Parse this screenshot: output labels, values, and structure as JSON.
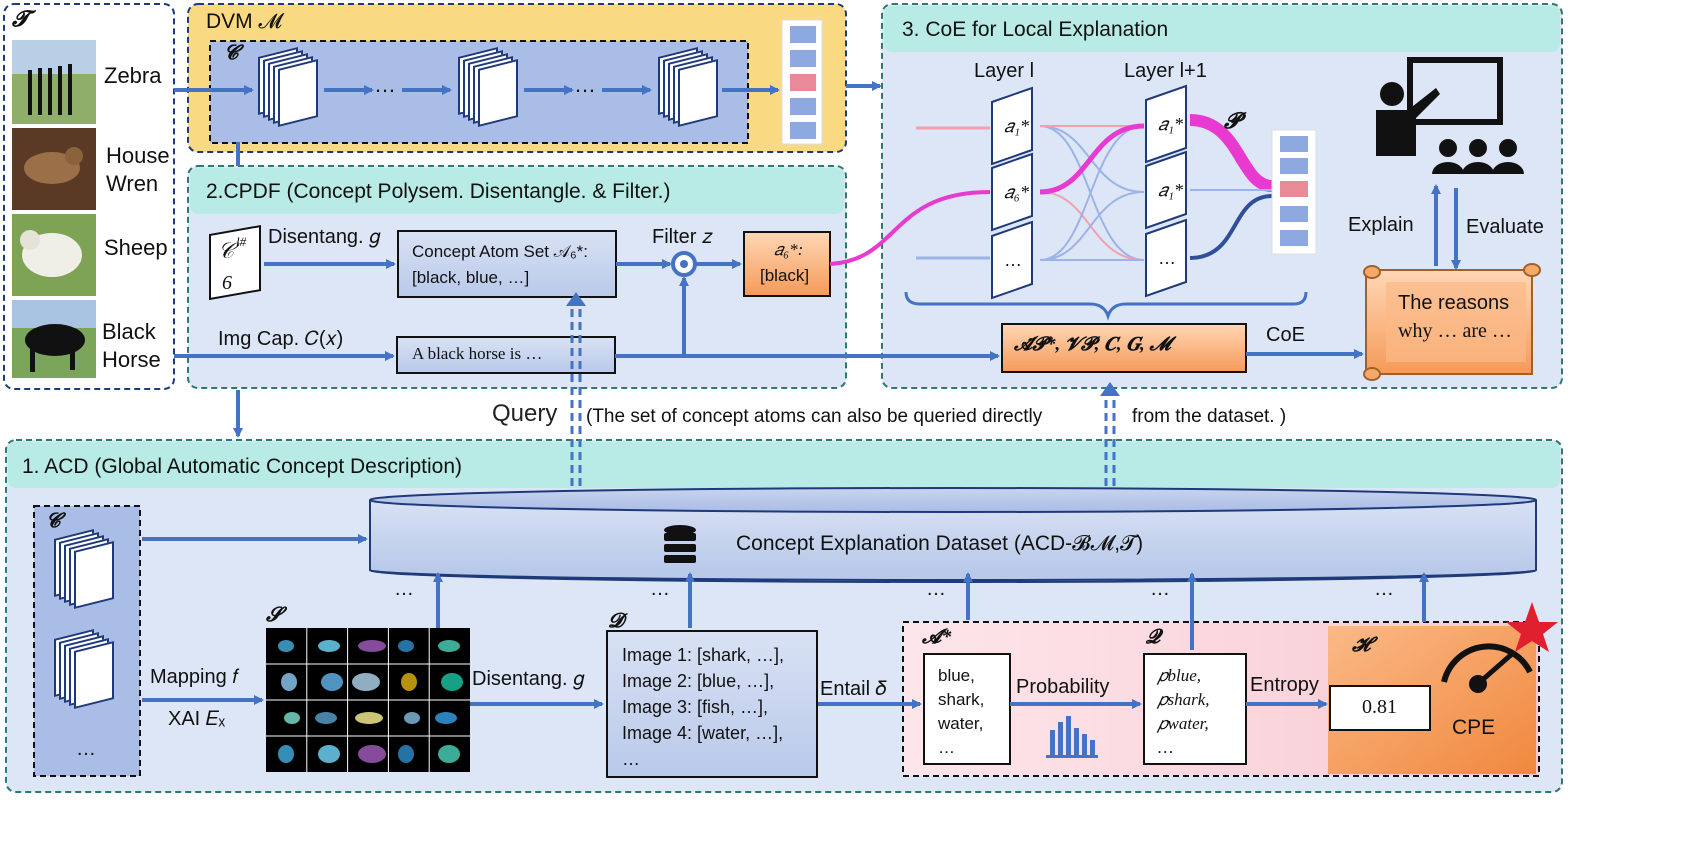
{
  "left_panel": {
    "title_symbol": "𝓣",
    "items": [
      {
        "label": "Zebra"
      },
      {
        "label": "House\nWren"
      },
      {
        "label": "Sheep"
      },
      {
        "label": "Black\nHorse"
      }
    ]
  },
  "dvm": {
    "title": "DVM 𝓜",
    "inner_symbol": "𝓒",
    "ellipsis": "…"
  },
  "cpdf": {
    "title": "2.CPDF (Concept Polysem. Disentangle. & Filter.)",
    "concept_card": "𝒞",
    "concept_sup": "l#",
    "concept_num": "6",
    "disentang_label": "Disentang. 𝑔",
    "atom_set_line1": "Concept Atom Set 𝒜₆*:",
    "atom_set_line2": "[black, blue, …]",
    "filter_label": "Filter 𝑧",
    "atom_line1": "𝑎₆*:",
    "atom_line2": "[black]",
    "imgcap_label": "Img Cap. 𝐶(𝑥)",
    "caption": "A black horse is …"
  },
  "coe": {
    "title": "3. CoE for Local Explanation",
    "layer_l": "Layer l",
    "layer_l1": "Layer l+1",
    "p_symbol": "𝓟",
    "params": "𝓐̃𝓟*, 𝓥𝓟, 𝑪, 𝑮, 𝓜",
    "coe_label": "CoE",
    "explain": "Explain",
    "evaluate": "Evaluate",
    "reasons_line1": "The reasons",
    "reasons_line2": "why … are …"
  },
  "query": {
    "label": "Query",
    "note_left": "(The set of concept atoms can also be queried directly",
    "note_right": "from the dataset. )"
  },
  "acd": {
    "title": "1. ACD (Global Automatic Concept Description)",
    "c_symbol": "𝓒",
    "dataset": "Concept Explanation Dataset  (ACD-𝓑𝓜,𝓣)",
    "mapping": "Mapping 𝑓",
    "xai": "XAI 𝐸ₓ",
    "s_symbol": "𝓢",
    "disentang": "Disentang. 𝑔",
    "d_symbol": "𝓓",
    "images": [
      "Image 1: [shark, …],",
      "Image 2: [blue, …],",
      "Image 3: [fish, …],",
      "Image 4: [water, …],",
      "…"
    ],
    "entail": "Entail 𝛿",
    "a_symbol": "𝓐*",
    "atoms": [
      "blue,",
      "shark,",
      "water,",
      "…"
    ],
    "probability": "Probability",
    "q_symbol": "𝓠",
    "probs": [
      "𝑝blue,",
      "𝑝shark,",
      "𝑝water,",
      "…"
    ],
    "entropy": "Entropy",
    "h_symbol": "𝓗",
    "value": "0.81",
    "cpe": "CPE",
    "ellipsis": "…"
  },
  "colors": {
    "arrow": "#4472c4",
    "magenta": "#e83ad1",
    "teal_border": "#2b7a6c",
    "navy_border": "#1f3a7a",
    "orange": "#f7a26a",
    "dvm_bg": "#fad983"
  }
}
